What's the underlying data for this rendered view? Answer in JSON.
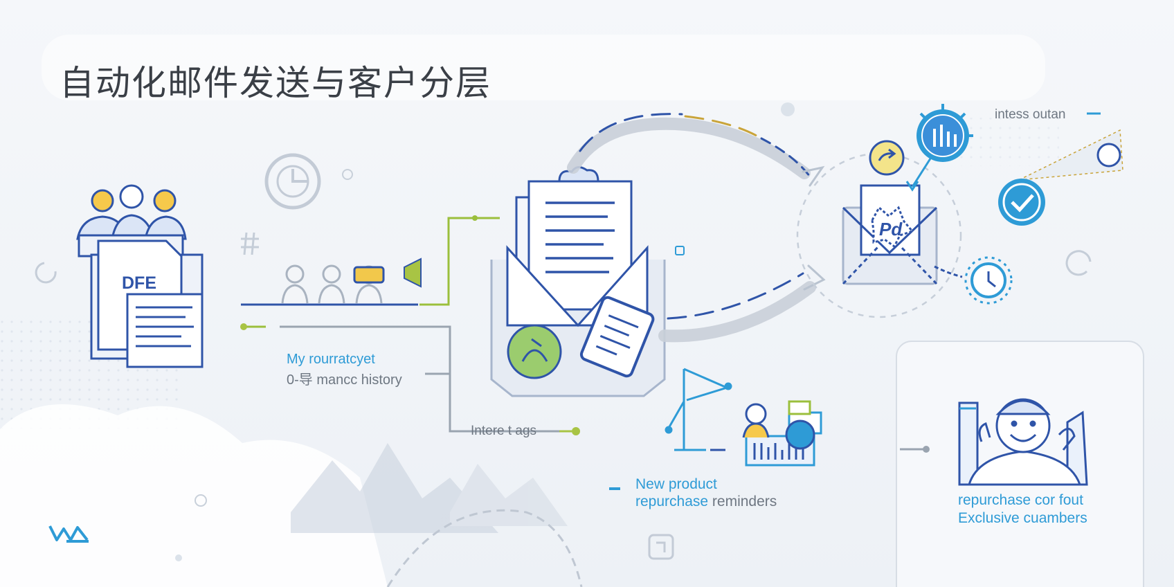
{
  "title": "自动化邮件发送与客户分层",
  "labels": {
    "segment_line1": "My rourratcyet",
    "segment_line2": "0-导 mancc history",
    "interest_tags": "Intere t ags",
    "top_right": "intess outan",
    "reminder_line1": "New product",
    "reminder_line2_blue": "repurchase",
    "reminder_line2_gray": " reminders",
    "vip_line1": "repurchase cor fout",
    "vip_line2": "Exclusive cuambers"
  },
  "icons": {
    "document": "DFE",
    "envelope_badge": "Pd",
    "logo": "WA"
  },
  "colors": {
    "primary_blue": "#2f54a8",
    "light_blue": "#2e9bd6",
    "accent_green": "#9bbf3c",
    "lime": "#a8c444",
    "gold": "#c9a43a",
    "outline_gray": "#b9c3d0",
    "background": "#f1f4f8"
  }
}
